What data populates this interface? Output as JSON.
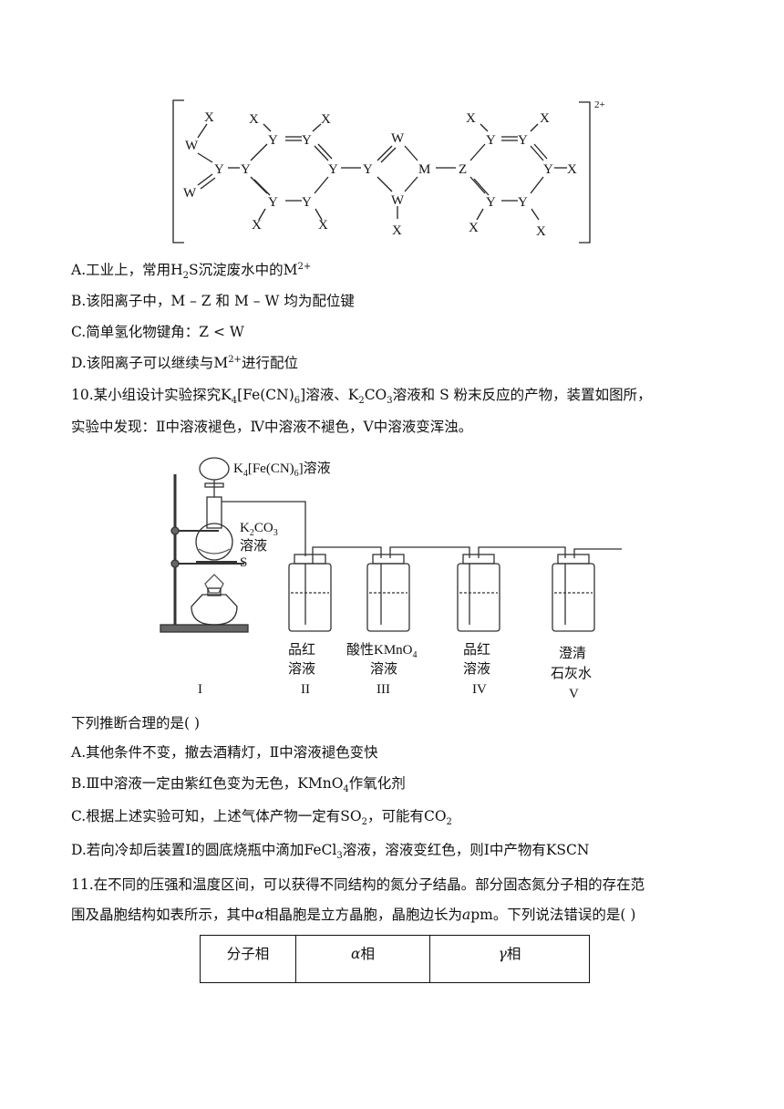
{
  "structure": {
    "charge": "2+",
    "atoms": [
      "X",
      "X",
      "X",
      "W",
      "Y",
      "Y",
      "Y",
      "Y",
      "W",
      "Y",
      "Y",
      "W",
      "X",
      "X",
      "Y",
      "Y",
      "W",
      "X",
      "M",
      "Z",
      "X",
      "X",
      "Y",
      "Y",
      "Y",
      "X",
      "Y",
      "Y",
      "X",
      "X"
    ]
  },
  "q9_options": [
    {
      "label": "A.工业上，常用",
      "f1": "H",
      "f1s": "2",
      "f1b": "S",
      "rest": "沉淀废水中的",
      "ion": "M",
      "ions": "2+"
    },
    {
      "label": "B.该阳离子中，",
      "a": "M – Z",
      "mid": "和",
      "b": "M – W",
      "rest": "均为配位键"
    },
    {
      "label": "C.简单氢化物键角：",
      "a": "Z < W"
    },
    {
      "label": "D.该阳离子可以继续与",
      "ion": "M",
      "ions": "2+",
      "rest": "进行配位"
    }
  ],
  "q10": {
    "line1_a": "10.某小组设计实验探究",
    "k4": "K",
    "k4s": "4",
    "k4b": "[Fe(CN)",
    "k4s2": "6",
    "k4c": "]溶液、",
    "k2": "K",
    "k2s": "2",
    "k2b": "CO",
    "k2s2": "3",
    "line1_b": "溶液和 S 粉末反应的产物，装置如图所，",
    "line2": "实验中发现：Ⅱ中溶液褪色，Ⅳ中溶液不褪色，Ⅴ中溶液变浑浊。",
    "apparatus": {
      "funnel_label_a": "K",
      "funnel_label_s": "4",
      "funnel_label_b": "[Fe(CN)",
      "funnel_label_s2": "6",
      "funnel_label_c": "]溶液",
      "flask_label_a": "K",
      "flask_label_s": "2",
      "flask_label_b": "CO",
      "flask_label_s2": "3",
      "flask_label_c": "溶液",
      "s_label": "S",
      "b2_l1": "品红",
      "b2_l2": "溶液",
      "b2_id": "II",
      "b3_l1": "酸性KMnO",
      "b3_s": "4",
      "b3_l2": "溶液",
      "b3_id": "III",
      "b4_l1": "品红",
      "b4_l2": "溶液",
      "b4_id": "IV",
      "b5_l1": "澄清",
      "b5_l2": "石灰水",
      "b5_id": "V",
      "i_id": "I"
    },
    "question": "下列推断合理的是(   )",
    "options": {
      "a": "A.其他条件不变，撤去酒精灯，Ⅱ中溶液褪色变快",
      "b1": "B.Ⅲ中溶液一定由紫红色变为无色，",
      "b_f": "KMnO",
      "b_fs": "4",
      "b2": "作氧化剂",
      "c1": "C.根据上述实验可知，上述气体产物一定有",
      "c_f1": "SO",
      "c_f1s": "2",
      "c2": "，可能有",
      "c_f2": "CO",
      "c_f2s": "2",
      "d1": "D.若向冷却后装置Ⅰ的圆底烧瓶中滴加",
      "d_f": "FeCl",
      "d_fs": "3",
      "d2": "溶液，溶液变红色，则Ⅰ中产物有",
      "d_f2": "KSCN"
    }
  },
  "q11": {
    "line1": "11.在不同的压强和温度区间，可以获得不同结构的氮分子结晶。部分固态氮分子相的存在范",
    "line2_a": "围及晶胞结构如表所示，其中",
    "alpha": "α",
    "line2_b": "相晶胞是立方晶胞，晶胞边长为",
    "a": "a",
    "line2_c": "pm。下列说法错误的是(   )",
    "table_headers": {
      "c1": "分子相",
      "c2a": "α",
      "c2b": "相",
      "c3a": "γ",
      "c3b": "相"
    }
  }
}
